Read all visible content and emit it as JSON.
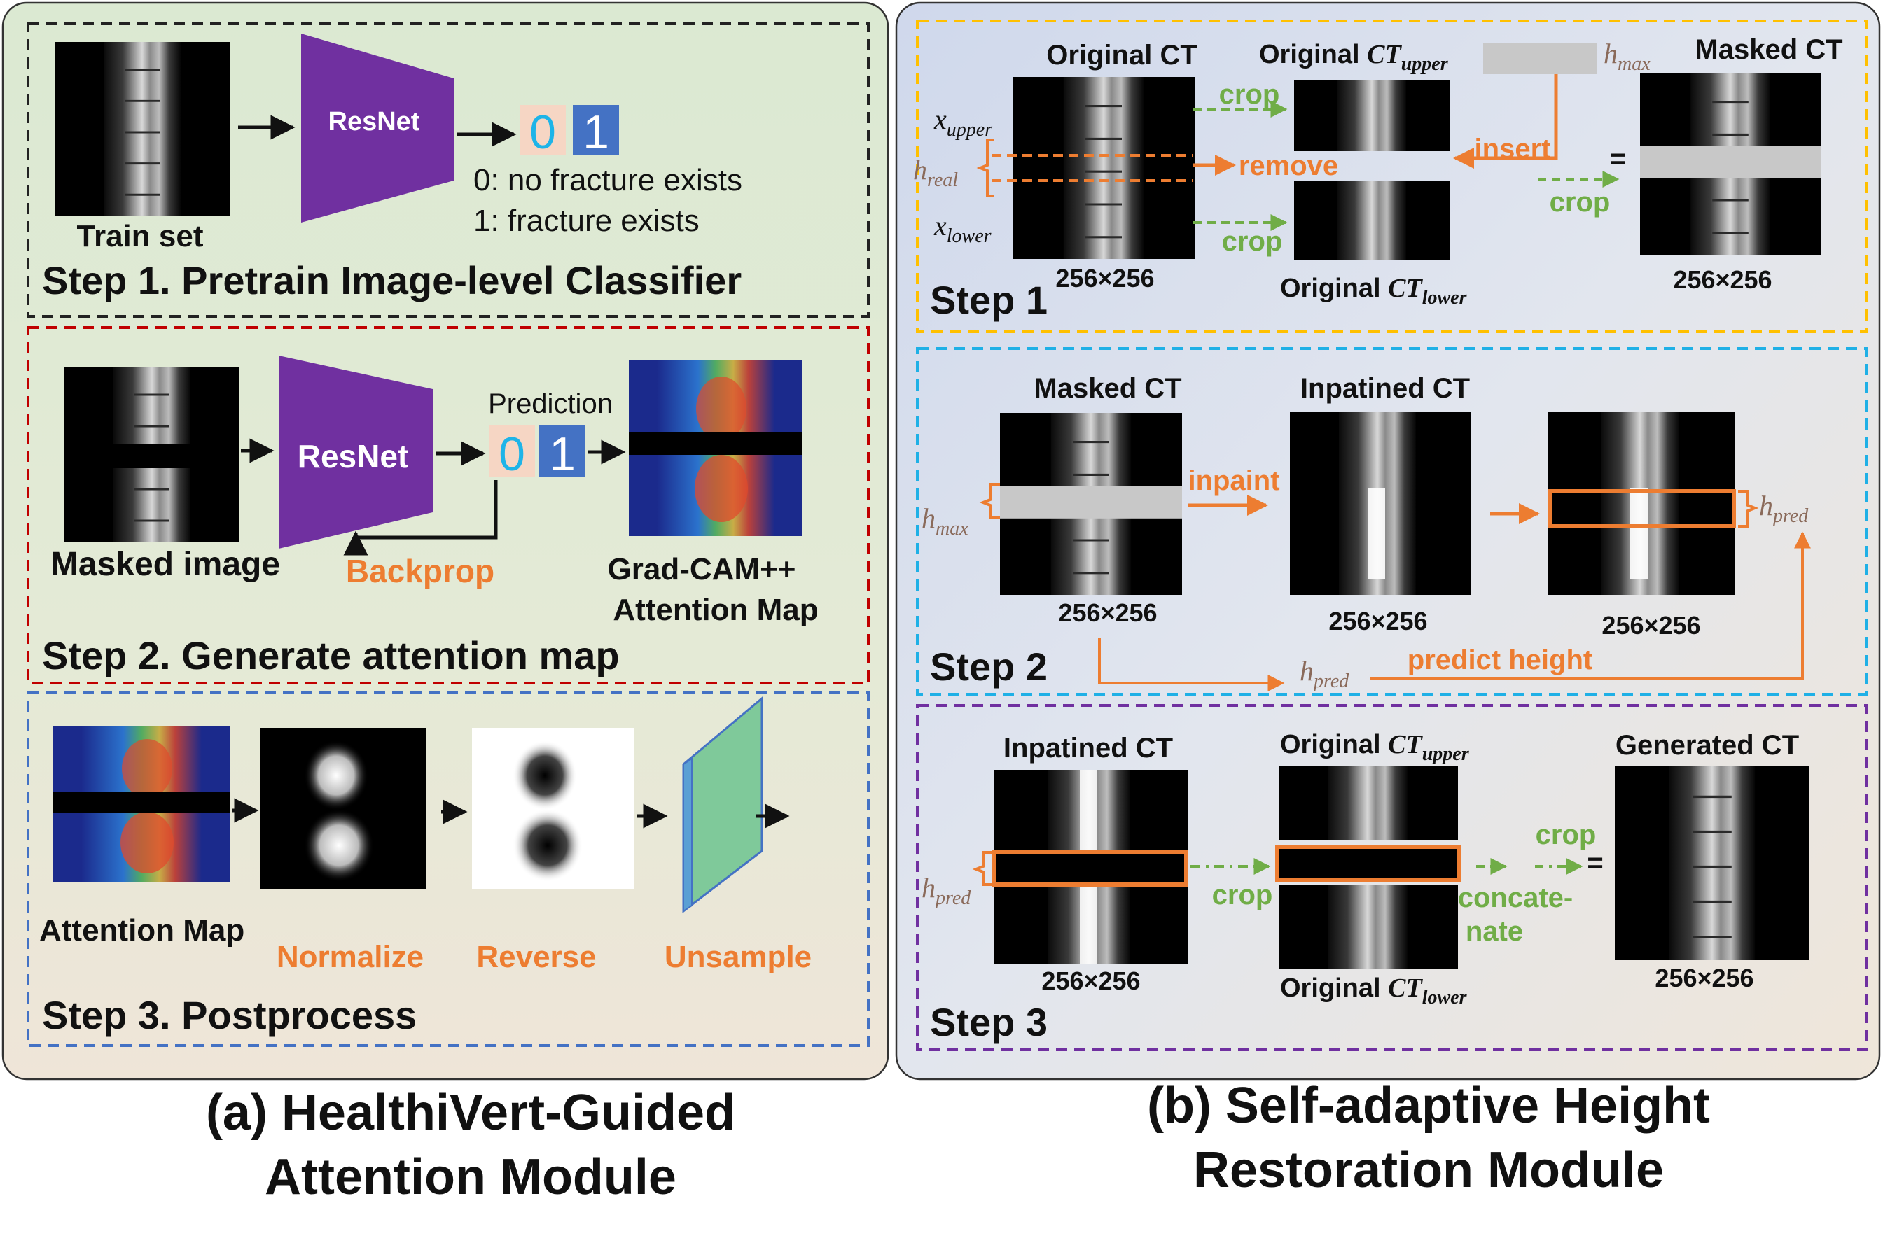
{
  "colors": {
    "orange": "#ed7d31",
    "green": "#70ad47",
    "purple": "#7030a0",
    "blue_digit": "#4472c4",
    "cyan_digit": "#1eb4e8",
    "step1_left_border": "#222222",
    "step2_left_border": "#c00000",
    "step3_left_border": "#4472c4",
    "step1_right_border": "#ffc000",
    "step2_right_border": "#1fb0e6",
    "step3_right_border": "#7030a0",
    "text_dark": "#111111",
    "gray_text": "#555555"
  },
  "left_panel": {
    "caption_line1": "(a) HealthiVert-Guided",
    "caption_line2": "Attention Module",
    "step1": {
      "title": "Step 1. Pretrain Image-level Classifier",
      "image_label": "Train set",
      "network_label": "ResNet",
      "digit0": "0",
      "digit1": "1",
      "legend0": "0: no fracture exists",
      "legend1": "1: fracture exists"
    },
    "step2": {
      "title": "Step 2. Generate attention map",
      "image_label": "Masked image",
      "network_label": "ResNet",
      "prediction_label": "Prediction",
      "digit0": "0",
      "digit1": "1",
      "backprop_label": "Backprop",
      "map_label_line1": "Grad-CAM++",
      "map_label_line2": "Attention Map"
    },
    "step3": {
      "title": "Step 3. Postprocess",
      "image_label": "Attention Map",
      "normalize_label": "Normalize",
      "reverse_label": "Reverse",
      "upsample_label": "Unsample"
    }
  },
  "right_panel": {
    "caption_line1": "(b) Self-adaptive Height",
    "caption_line2": "Restoration Module",
    "step1": {
      "title": "Step 1",
      "original_ct": "Original CT",
      "original_ct_upper_prefix": "Original ",
      "original_ct_upper_var": "CT",
      "original_ct_upper_sub": "upper",
      "original_ct_lower_prefix": "Original ",
      "original_ct_lower_var": "CT",
      "original_ct_lower_sub": "lower",
      "masked_ct": "Masked CT",
      "size_label": "256×256",
      "x_upper_var": "x",
      "x_upper_sub": "upper",
      "x_lower_var": "x",
      "x_lower_sub": "lower",
      "h_real_var": "h",
      "h_real_sub": "real",
      "h_max_var": "h",
      "h_max_sub": "max",
      "crop_label": "crop",
      "remove_label": "remove",
      "insert_label": "insert",
      "equals": "="
    },
    "step2": {
      "title": "Step 2",
      "masked_ct": "Masked CT",
      "inpainted_ct": "Inpatined CT",
      "size_label": "256×256",
      "h_max_var": "h",
      "h_max_sub": "max",
      "h_pred_var": "h",
      "h_pred_sub": "pred",
      "inpaint_label": "inpaint",
      "predict_height_label": "predict height"
    },
    "step3": {
      "title": "Step 3",
      "inpainted_ct": "Inpatined CT",
      "original_ct_upper_prefix": "Original ",
      "original_ct_upper_var": "CT",
      "original_ct_upper_sub": "upper",
      "original_ct_lower_prefix": "Original ",
      "original_ct_lower_var": "CT",
      "original_ct_lower_sub": "lower",
      "generated_ct": "Generated CT",
      "size_label": "256×256",
      "h_pred_var": "h",
      "h_pred_sub": "pred",
      "crop_label": "crop",
      "concatenate_line1": "concate-",
      "concatenate_line2": "nate",
      "equals": "="
    }
  }
}
